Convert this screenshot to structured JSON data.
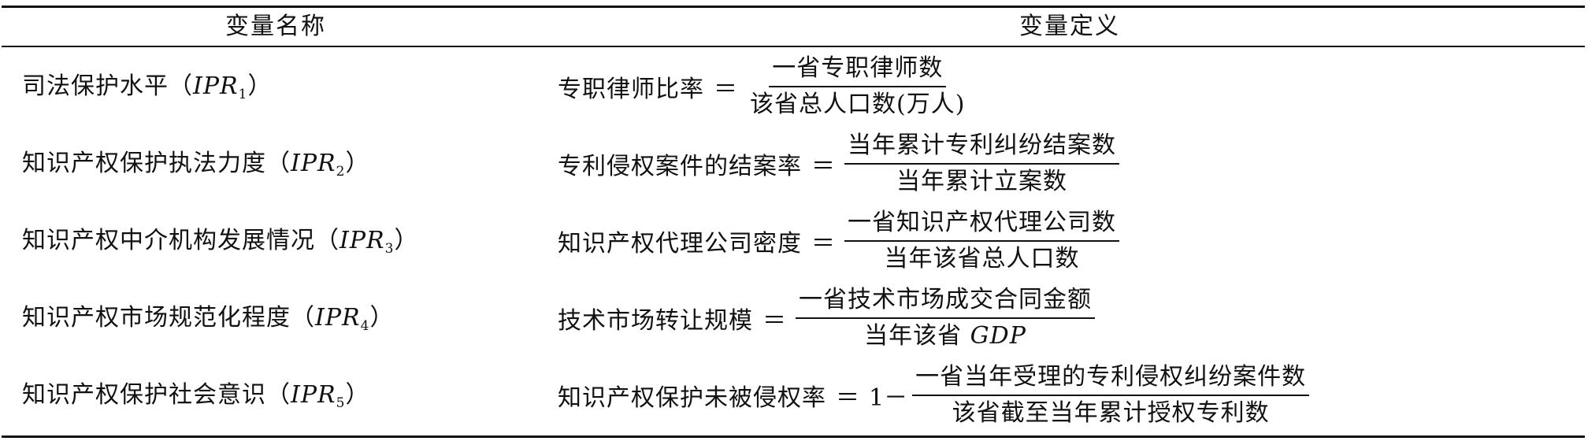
{
  "table": {
    "headers": {
      "name": "变量名称",
      "definition": "变量定义"
    },
    "rows": [
      {
        "name": "司法保护水平",
        "symbol": "IPR",
        "subscript": "1",
        "def_label": "专职律师比率",
        "prefix": "",
        "numerator": "一省专职律师数",
        "denominator": "该省总人口数(万人)"
      },
      {
        "name": "知识产权保护执法力度",
        "symbol": "IPR",
        "subscript": "2",
        "def_label": "专利侵权案件的结案率",
        "prefix": "",
        "numerator": "当年累计专利纠纷结案数",
        "denominator": "当年累计立案数"
      },
      {
        "name": "知识产权中介机构发展情况",
        "symbol": "IPR",
        "subscript": "3",
        "def_label": "知识产权代理公司密度",
        "prefix": "",
        "numerator": "一省知识产权代理公司数",
        "denominator": "当年该省总人口数"
      },
      {
        "name": "知识产权市场规范化程度",
        "symbol": "IPR",
        "subscript": "4",
        "def_label": "技术市场转让规模",
        "prefix": "",
        "numerator": "一省技术市场成交合同金额",
        "denominator_text": "当年该省",
        "denominator_italic": "GDP"
      },
      {
        "name": "知识产权保护社会意识",
        "symbol": "IPR",
        "subscript": "5",
        "def_label": "知识产权保护未被侵权率",
        "prefix": "1－",
        "numerator": "一省当年受理的专利侵权纠纷案件数",
        "denominator": "该省截至当年累计授权专利数"
      }
    ],
    "equals": "＝",
    "paren_open": "（",
    "paren_close": "）"
  }
}
